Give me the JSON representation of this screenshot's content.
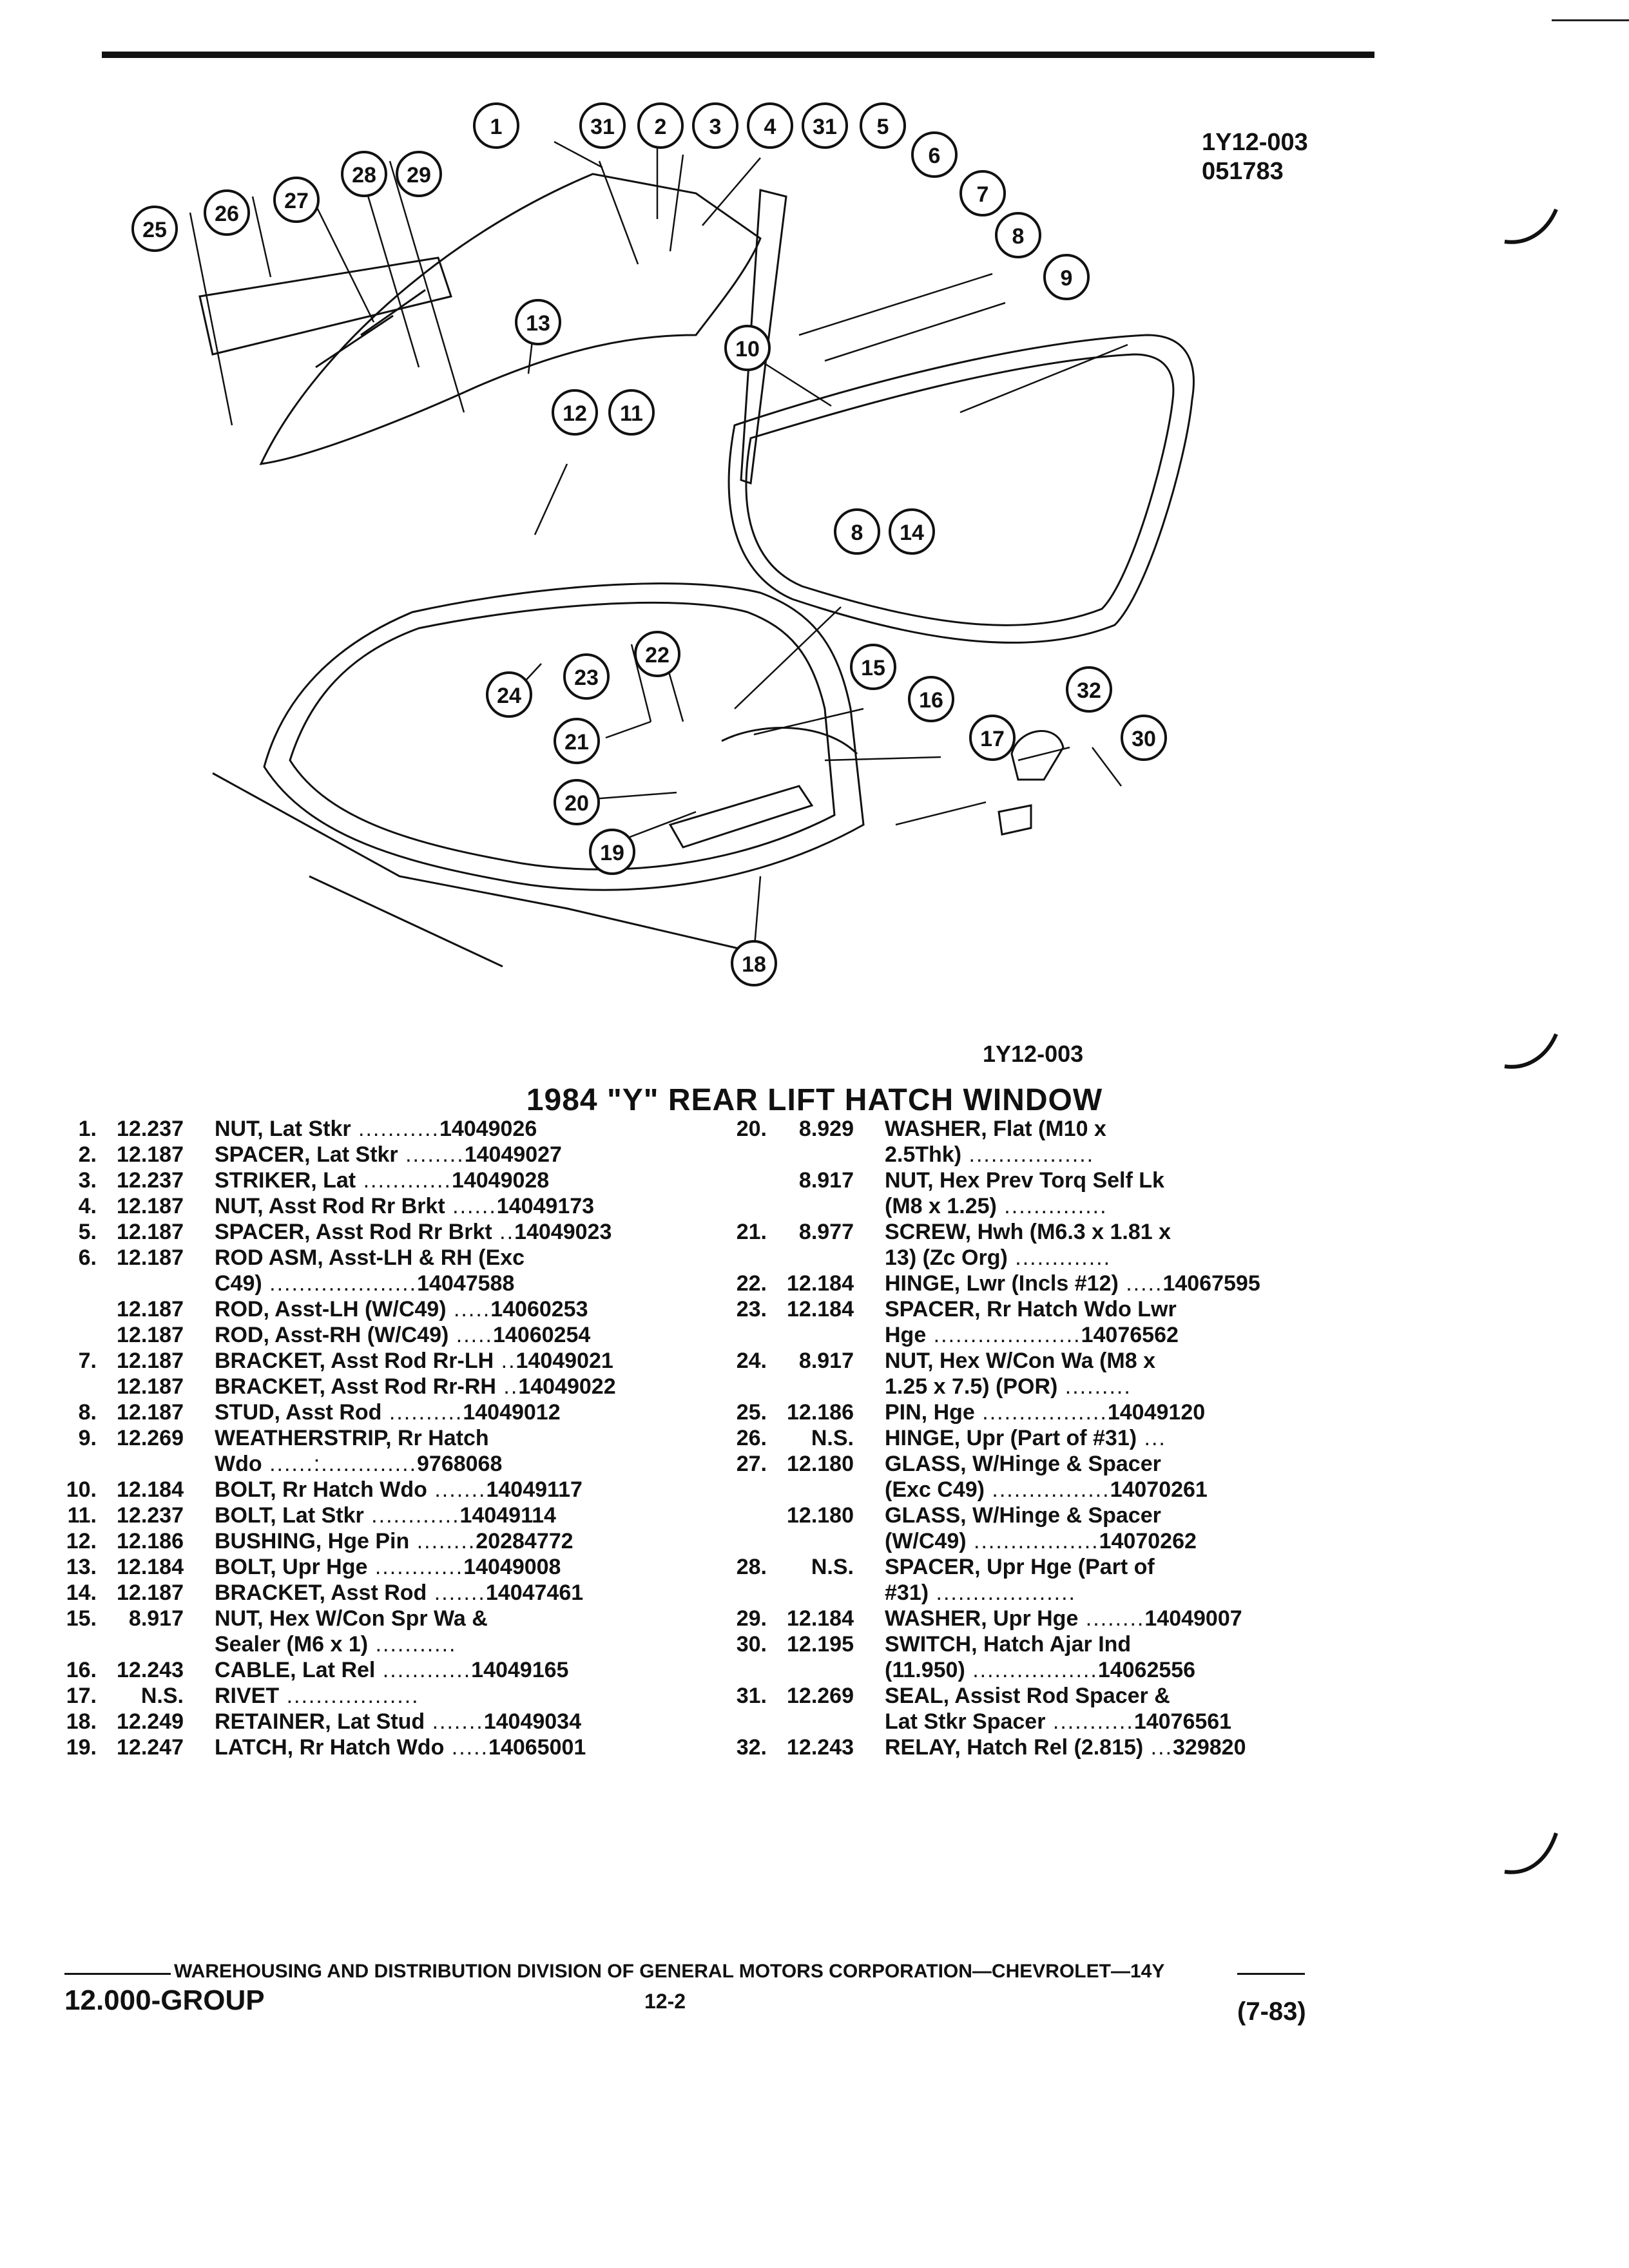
{
  "header": {
    "ref_top": "1Y12-003",
    "ref_date": "051783",
    "ref_bottom": "1Y12-003"
  },
  "title": "1984 \"Y\" REAR LIFT HATCH WINDOW",
  "callouts": [
    "1",
    "31",
    "2",
    "3",
    "4",
    "31",
    "5",
    "6",
    "7",
    "8",
    "9",
    "10",
    "11",
    "12",
    "13",
    "25",
    "26",
    "27",
    "28",
    "29",
    "14",
    "8",
    "15",
    "16",
    "17",
    "32",
    "30",
    "21",
    "20",
    "19",
    "18",
    "24",
    "23",
    "22"
  ],
  "left_parts": [
    {
      "no": "1.",
      "grp": "12.237",
      "desc": "NUT, Lat Stkr",
      "dots": " ...........",
      "part": "14049026"
    },
    {
      "no": "2.",
      "grp": "12.187",
      "desc": "SPACER, Lat Stkr",
      "dots": " ........",
      "part": "14049027"
    },
    {
      "no": "3.",
      "grp": "12.237",
      "desc": "STRIKER, Lat",
      "dots": " ............",
      "part": "14049028"
    },
    {
      "no": "4.",
      "grp": "12.187",
      "desc": "NUT, Asst Rod Rr Brkt",
      "dots": " ......",
      "part": "14049173"
    },
    {
      "no": "5.",
      "grp": "12.187",
      "desc": "SPACER, Asst Rod Rr Brkt",
      "dots": " ..",
      "part": "14049023"
    },
    {
      "no": "6.",
      "grp": "12.187",
      "desc": "ROD ASM, Asst-LH & RH (Exc",
      "dots": "",
      "part": ""
    },
    {
      "no": "",
      "grp": "",
      "desc": "C49)",
      "dots": " ....................",
      "part": "14047588"
    },
    {
      "no": "",
      "grp": "12.187",
      "desc": "ROD, Asst-LH (W/C49)",
      "dots": " .....",
      "part": "14060253"
    },
    {
      "no": "",
      "grp": "12.187",
      "desc": "ROD, Asst-RH (W/C49)",
      "dots": " .....",
      "part": "14060254"
    },
    {
      "no": "7.",
      "grp": "12.187",
      "desc": "BRACKET, Asst Rod Rr-LH",
      "dots": " ..",
      "part": "14049021"
    },
    {
      "no": "",
      "grp": "12.187",
      "desc": "BRACKET, Asst Rod Rr-RH",
      "dots": " ..",
      "part": "14049022"
    },
    {
      "no": "8.",
      "grp": "12.187",
      "desc": "STUD, Asst Rod",
      "dots": " ..........",
      "part": "14049012"
    },
    {
      "no": "9.",
      "grp": "12.269",
      "desc": "WEATHERSTRIP, Rr Hatch",
      "dots": "",
      "part": ""
    },
    {
      "no": "",
      "grp": "",
      "desc": "Wdo",
      "dots": " ......:.............",
      "part": "9768068"
    },
    {
      "no": "10.",
      "grp": "12.184",
      "desc": "BOLT, Rr Hatch Wdo",
      "dots": " .......",
      "part": "14049117"
    },
    {
      "no": "11.",
      "grp": "12.237",
      "desc": "BOLT, Lat Stkr",
      "dots": " ............",
      "part": "14049114"
    },
    {
      "no": "12.",
      "grp": "12.186",
      "desc": "BUSHING, Hge Pin",
      "dots": " ........",
      "part": "20284772"
    },
    {
      "no": "13.",
      "grp": "12.184",
      "desc": "BOLT, Upr Hge",
      "dots": " ............",
      "part": "14049008"
    },
    {
      "no": "14.",
      "grp": "12.187",
      "desc": "BRACKET, Asst Rod",
      "dots": " .......",
      "part": "14047461"
    },
    {
      "no": "15.",
      "grp": "8.917",
      "desc": "NUT, Hex W/Con Spr Wa &",
      "dots": "",
      "part": ""
    },
    {
      "no": "",
      "grp": "",
      "desc": "Sealer (M6 x 1)",
      "dots": " ...........",
      "part": ""
    },
    {
      "no": "16.",
      "grp": "12.243",
      "desc": "CABLE, Lat Rel",
      "dots": " ............",
      "part": "14049165"
    },
    {
      "no": "17.",
      "grp": "N.S.",
      "desc": "RIVET",
      "dots": " ..................",
      "part": ""
    },
    {
      "no": "18.",
      "grp": "12.249",
      "desc": "RETAINER, Lat Stud",
      "dots": " .......",
      "part": "14049034"
    },
    {
      "no": "19.",
      "grp": "12.247",
      "desc": "LATCH, Rr Hatch Wdo",
      "dots": " .....",
      "part": "14065001"
    }
  ],
  "right_parts": [
    {
      "no": "20.",
      "grp": "8.929",
      "desc": "WASHER, Flat (M10 x",
      "dots": "",
      "part": ""
    },
    {
      "no": "",
      "grp": "",
      "desc": "2.5Thk)",
      "dots": " .................",
      "part": ""
    },
    {
      "no": "",
      "grp": "8.917",
      "desc": "NUT, Hex Prev Torq Self Lk",
      "dots": "",
      "part": ""
    },
    {
      "no": "",
      "grp": "",
      "desc": "(M8 x 1.25)",
      "dots": " ..............",
      "part": ""
    },
    {
      "no": "21.",
      "grp": "8.977",
      "desc": "SCREW, Hwh (M6.3 x 1.81 x",
      "dots": "",
      "part": ""
    },
    {
      "no": "",
      "grp": "",
      "desc": "13) (Zc Org)",
      "dots": " .............",
      "part": ""
    },
    {
      "no": "22.",
      "grp": "12.184",
      "desc": "HINGE, Lwr (Incls #12)",
      "dots": " .....",
      "part": "14067595"
    },
    {
      "no": "23.",
      "grp": "12.184",
      "desc": "SPACER, Rr Hatch Wdo Lwr",
      "dots": "",
      "part": ""
    },
    {
      "no": "",
      "grp": "",
      "desc": "Hge",
      "dots": " ....................",
      "part": "14076562"
    },
    {
      "no": "24.",
      "grp": "8.917",
      "desc": "NUT, Hex W/Con Wa (M8 x",
      "dots": "",
      "part": ""
    },
    {
      "no": "",
      "grp": "",
      "desc": "1.25 x 7.5) (POR)",
      "dots": " .........",
      "part": ""
    },
    {
      "no": "25.",
      "grp": "12.186",
      "desc": "PIN, Hge",
      "dots": " .................",
      "part": "14049120"
    },
    {
      "no": "26.",
      "grp": "N.S.",
      "desc": "HINGE, Upr (Part of #31)",
      "dots": " ...",
      "part": ""
    },
    {
      "no": "27.",
      "grp": "12.180",
      "desc": "GLASS, W/Hinge & Spacer",
      "dots": "",
      "part": ""
    },
    {
      "no": "",
      "grp": "",
      "desc": "(Exc C49)",
      "dots": " ................",
      "part": "14070261"
    },
    {
      "no": "",
      "grp": "12.180",
      "desc": "GLASS, W/Hinge & Spacer",
      "dots": "",
      "part": ""
    },
    {
      "no": "",
      "grp": "",
      "desc": "(W/C49)",
      "dots": " .................",
      "part": "14070262"
    },
    {
      "no": "28.",
      "grp": "N.S.",
      "desc": "SPACER, Upr Hge (Part of",
      "dots": "",
      "part": ""
    },
    {
      "no": "",
      "grp": "",
      "desc": "#31)",
      "dots": " ...................",
      "part": ""
    },
    {
      "no": "29.",
      "grp": "12.184",
      "desc": "WASHER, Upr Hge",
      "dots": " ........",
      "part": "14049007"
    },
    {
      "no": "30.",
      "grp": "12.195",
      "desc": "SWITCH, Hatch Ajar Ind",
      "dots": "",
      "part": ""
    },
    {
      "no": "",
      "grp": "",
      "desc": "(11.950)",
      "dots": " .................",
      "part": "14062556"
    },
    {
      "no": "31.",
      "grp": "12.269",
      "desc": "SEAL, Assist Rod Spacer &",
      "dots": "",
      "part": ""
    },
    {
      "no": "",
      "grp": "",
      "desc": "Lat Stkr Spacer",
      "dots": " ...........",
      "part": "14076561"
    },
    {
      "no": "32.",
      "grp": "12.243",
      "desc": "RELAY, Hatch Rel (2.815)",
      "dots": " ...",
      "part": "329820"
    }
  ],
  "footer": {
    "division": "WAREHOUSING AND DISTRIBUTION DIVISION OF GENERAL MOTORS CORPORATION—CHEVROLET—14Y",
    "group": "12.000-GROUP",
    "page": "12-2",
    "rev": "(7-83)"
  }
}
